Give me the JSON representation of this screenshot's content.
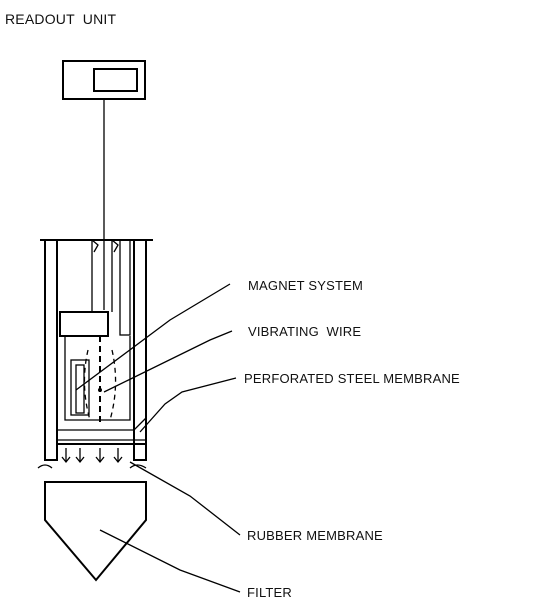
{
  "title": "READOUT  UNIT",
  "labels": {
    "magnet_system": "MAGNET SYSTEM",
    "vibrating_wire": "VIBRATING  WIRE",
    "perforated_steel_membrane": "PERFORATED STEEL MEMBRANE",
    "rubber_membrane": "RUBBER MEMBRANE",
    "filter": "FILTER"
  },
  "colors": {
    "ink": "#000000",
    "background": "#ffffff"
  }
}
